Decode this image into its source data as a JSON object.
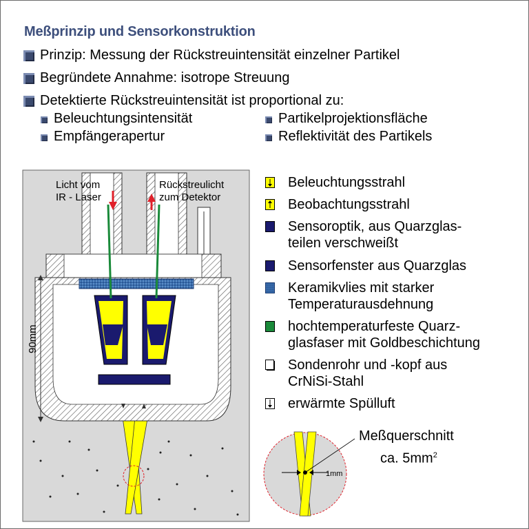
{
  "title": "Meßprinzip und Sensorkonstruktion",
  "bullets": [
    "Prinzip: Messung der Rückstreuintensität einzelner Partikel",
    "Begründete Annahme: isotrope Streuung",
    "Detektierte Rückstreuintensität ist proportional zu:"
  ],
  "sub_bullets": [
    "Beleuchtungsintensität",
    "Partikelprojektionsfläche",
    "Empfängerapertur",
    "Reflektivität des Partikels"
  ],
  "diagram": {
    "label_light_line1": "Licht vom",
    "label_light_line2": "IR - Laser",
    "label_back_line1": "Rückstreulicht",
    "label_back_line2": "zum Detektor",
    "dimension": "90mm"
  },
  "legend": {
    "illumination": "Beleuchtungsstrahl",
    "observation": "Beobachtungsstrahl",
    "optics_line1": "Sensoroptik, aus Quarzglas-",
    "optics_line2": "teilen verschweißt",
    "window": "Sensorfenster aus Quarzglas",
    "ceramic_line1": "Keramikvlies mit starker",
    "ceramic_line2": "Temperaturausdehnung",
    "fiber_line1": "hochtemperaturfeste Quarz-",
    "fiber_line2": "glasfaser mit Goldbeschichtung",
    "tube_line1": "Sondenrohr und -kopf aus",
    "tube_line2": "CrNiSi-Stahl",
    "purge": "erwärmte Spülluft"
  },
  "inset": {
    "label_line1": "Meßquerschnitt",
    "label_line2": "ca.  5mm",
    "label_sup": "2",
    "scale": "1mm"
  },
  "colors": {
    "title": "#3d4f7c",
    "bullet": "#3b4a6e",
    "beam_yellow": "#ffff00",
    "optics_navy": "#1a1a6e",
    "ceramic_blue": "#3a6fb0",
    "fiber_green": "#1a8a3a",
    "background_gray": "#d9d9d9",
    "arrow_red": "#e0202a"
  }
}
